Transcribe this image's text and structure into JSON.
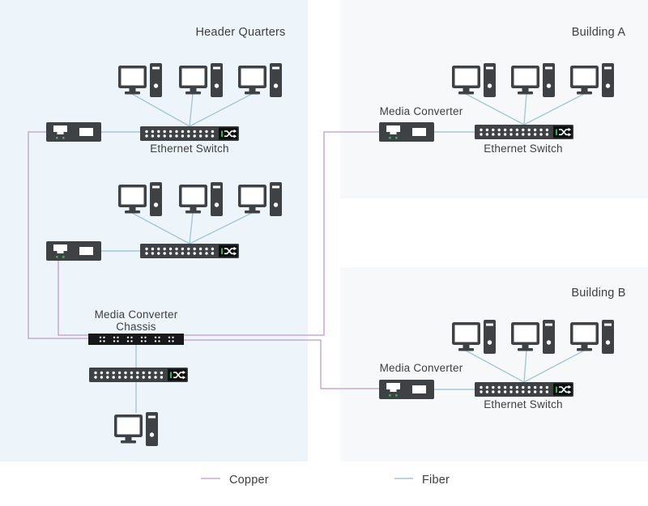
{
  "hq": {
    "title": "Header Quarters",
    "switch_label": "Ethernet Switch",
    "chassis_label_line1": "Media Converter",
    "chassis_label_line2": "Chassis"
  },
  "building_a": {
    "title": "Building A",
    "converter_label": "Media Converter",
    "switch_label": "Ethernet Switch"
  },
  "building_b": {
    "title": "Building B",
    "converter_label": "Media Converter",
    "switch_label": "Ethernet Switch"
  },
  "legend": {
    "copper_label": "Copper",
    "fiber_label": "Fiber"
  },
  "colors": {
    "copper": "#c6aad4",
    "fiber": "#a3c7d8",
    "hq_bg": "#edf5fa",
    "bldg_bg": "#f7f8f9",
    "dev": "#3e4245",
    "chassis": "#161819",
    "cap": "#0c0e0f",
    "led": "#2eb34d",
    "text": "#3e3e3e"
  },
  "icons": {
    "computer": "desktop-computer-icon",
    "media_converter": "media-converter-icon",
    "ethernet_switch": "ethernet-switch-icon",
    "chassis": "media-converter-chassis-icon",
    "shuffle": "shuffle-uplink-icon"
  }
}
